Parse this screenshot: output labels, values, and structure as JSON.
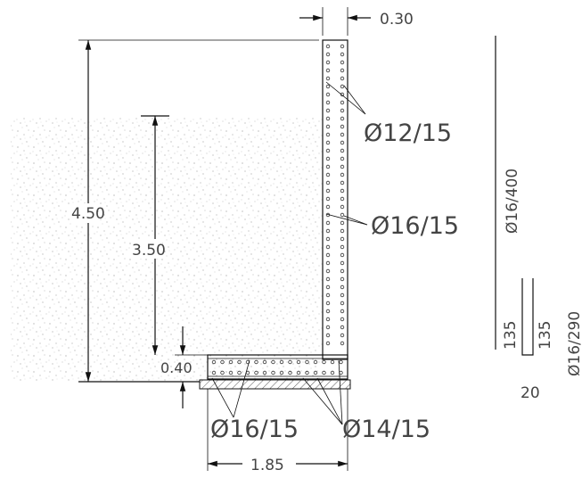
{
  "dimensions": {
    "wall_thickness": "0.30",
    "total_height": "4.50",
    "soil_height": "3.50",
    "footing_thickness": "0.40",
    "footing_width": "1.85"
  },
  "reinforcement": {
    "wall_outer": "Ø12/15",
    "wall_inner": "Ø16/15",
    "footing_left": "Ø16/15",
    "footing_right": "Ø14/15"
  },
  "bar_schedule": {
    "bar1_label": "Ø16/400",
    "bar2_leg_left": "135",
    "bar2_leg_right": "135",
    "bar2_base": "20",
    "bar2_label": "Ø16/290"
  }
}
